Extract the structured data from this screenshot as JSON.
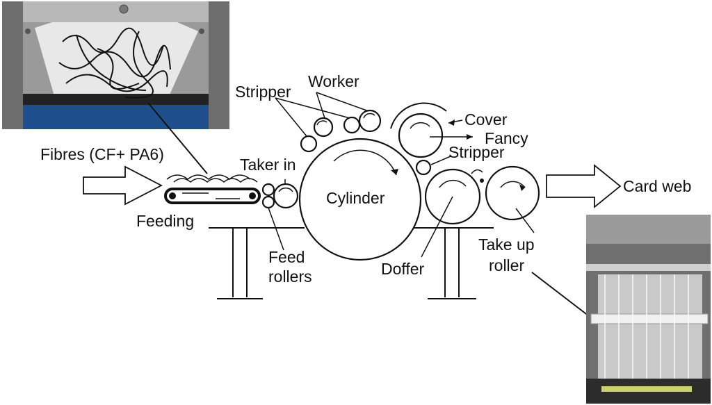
{
  "labels": {
    "fibres": "Fibres (CF+ PA6)",
    "feeding": "Feeding",
    "feed_rollers_line1": "Feed",
    "feed_rollers_line2": "rollers",
    "taker_in": "Taker in",
    "stripper_top": "Stripper",
    "worker": "Worker",
    "cylinder": "Cylinder",
    "cover": "Cover",
    "fancy": "Fancy",
    "stripper_right": "Stripper",
    "doffer": "Doffer",
    "take_up_line1": "Take up",
    "take_up_line2": "roller",
    "card_web": "Card web"
  },
  "photos": {
    "top_left": "photo of raw fibres on feeding belt",
    "bottom_right": "photo of card web leaving take up roller"
  },
  "colors": {
    "ink": "#111111",
    "belt_blue": "#1e4f8c",
    "machine_grey": "#8a8a8a"
  }
}
